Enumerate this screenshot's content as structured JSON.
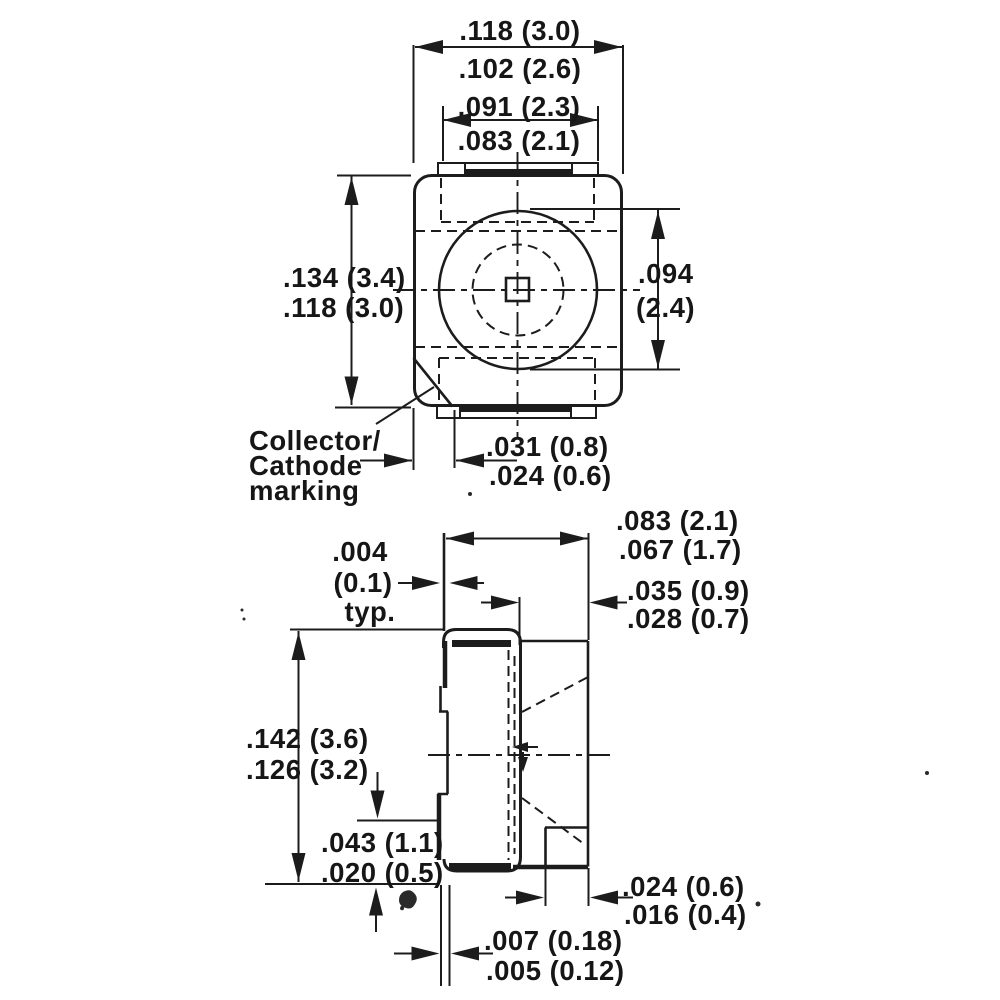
{
  "drawing_title": "SMD LED package outline drawing, top and side views, dimensions in inches (mm)",
  "views": {
    "top": {
      "dims": {
        "overall_width": {
          "max": ".118 (3.0)",
          "min": ".102 (2.6)"
        },
        "pad_width": {
          "max": ".091 (2.3)",
          "min": ".083 (2.1)"
        },
        "overall_height": {
          "max": ".134 (3.4)",
          "min": ".118 (3.0)"
        },
        "lens_diameter": {
          "inch": ".094",
          "mm": "(2.4)"
        },
        "corner_mark": {
          "max": ".031 (0.8)",
          "min": ".024 (0.6)"
        }
      },
      "marking_label": {
        "line1": "Collector/",
        "line2": "Cathode",
        "line3": "marking"
      }
    },
    "side": {
      "dims": {
        "top_width": {
          "max": ".083 (2.1)",
          "min": ".067 (1.7)"
        },
        "lead_thickness": {
          "line1": ".004",
          "line2": "(0.1)",
          "line3": "typ."
        },
        "top_pad_length": {
          "max": ".035 (0.9)",
          "min": ".028 (0.7)"
        },
        "overall_height": {
          "max": ".142 (3.6)",
          "min": ".126 (3.2)"
        },
        "foot_height": {
          "max": ".043 (1.1)",
          "min": ".020 (0.5)"
        },
        "bottom_pad_length": {
          "max": ".024 (0.6)",
          "min": ".016 (0.4)"
        },
        "foot_thickness": {
          "max": ".007 (0.18)",
          "min": ".005 (0.12)"
        }
      }
    }
  }
}
